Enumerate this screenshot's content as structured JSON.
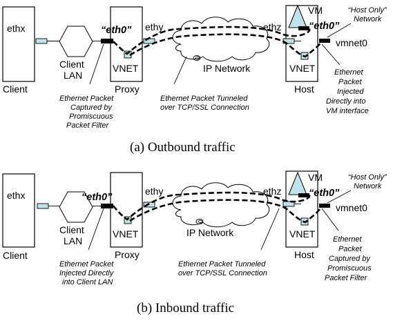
{
  "outbound": {
    "caption": "(a) Outbound traffic",
    "ethx": "ethx",
    "client": "Client",
    "client_lan_1": "Client",
    "client_lan_2": "LAN",
    "eth0_proxy": "“eth0”",
    "vnet_proxy": "VNET",
    "proxy": "Proxy",
    "ethy": "ethy",
    "ip_network": "IP Network",
    "ethz": "ethz",
    "vm": "VM",
    "eth0_vm": "“eth0”",
    "vmnet0": "vmnet0",
    "vnet_host": "VNET",
    "host": "Host",
    "host_only_1": "“Host Only”",
    "host_only_2": "Network",
    "note_left": [
      "Ethernet Packet",
      "Captured by",
      "Promiscuous",
      "Packet Filter"
    ],
    "note_mid": [
      "Ethernet Packet Tunneled",
      "over TCP/SSL Connection"
    ],
    "note_right": [
      "Ethernet",
      "Packet",
      "Injected",
      "Directly into",
      "VM interface"
    ]
  },
  "inbound": {
    "caption": "(b) Inbound traffic",
    "ethx": "ethx",
    "client": "Client",
    "client_lan_1": "Client",
    "client_lan_2": "LAN",
    "eth0_proxy": "“eth0”",
    "vnet_proxy": "VNET",
    "proxy": "Proxy",
    "ethy": "ethy",
    "ip_network": "IP Network",
    "ethz": "ethz",
    "vm": "VM",
    "eth0_vm": "“eth0”",
    "vmnet0": "vmnet0",
    "vnet_host": "VNET",
    "host": "Host",
    "host_only_1": "“Host Only”",
    "host_only_2": "Network",
    "note_left": [
      "Ethernet Packet",
      "Injected Directly",
      "into Client LAN"
    ],
    "note_mid": [
      "Ethernet Packet Tunneled",
      "over TCP/SSL Connection"
    ],
    "note_right": [
      "Ethernet",
      "Packet",
      "Captured by",
      "Promiscuous",
      "Packet Filter"
    ]
  }
}
